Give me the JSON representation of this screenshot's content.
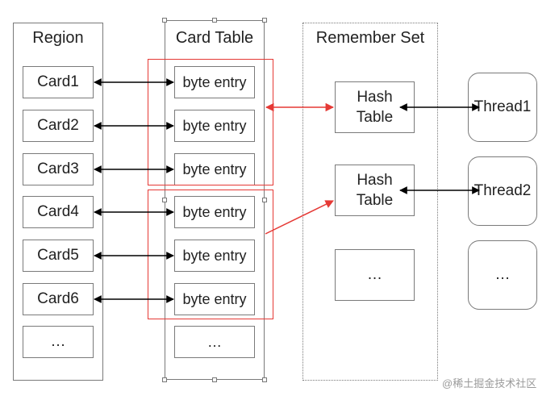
{
  "region": {
    "title": "Region",
    "cards": [
      "Card1",
      "Card2",
      "Card3",
      "Card4",
      "Card5",
      "Card6"
    ],
    "more": "…"
  },
  "card_table": {
    "title": "Card Table",
    "entries": [
      "byte entry",
      "byte entry",
      "byte entry",
      "byte entry",
      "byte entry",
      "byte entry"
    ],
    "more": "…"
  },
  "remember_set": {
    "title": "Remember Set",
    "hash_tables": [
      {
        "line1": "Hash",
        "line2": "Table"
      },
      {
        "line1": "Hash",
        "line2": "Table"
      }
    ],
    "more": "…"
  },
  "threads": {
    "items": [
      "Thread1",
      "Thread2"
    ],
    "more": "…"
  },
  "watermark": "@稀土掘金技术社区",
  "colors": {
    "border": "#7a7a7a",
    "highlight": "#e53935",
    "arrow": "#000000"
  }
}
